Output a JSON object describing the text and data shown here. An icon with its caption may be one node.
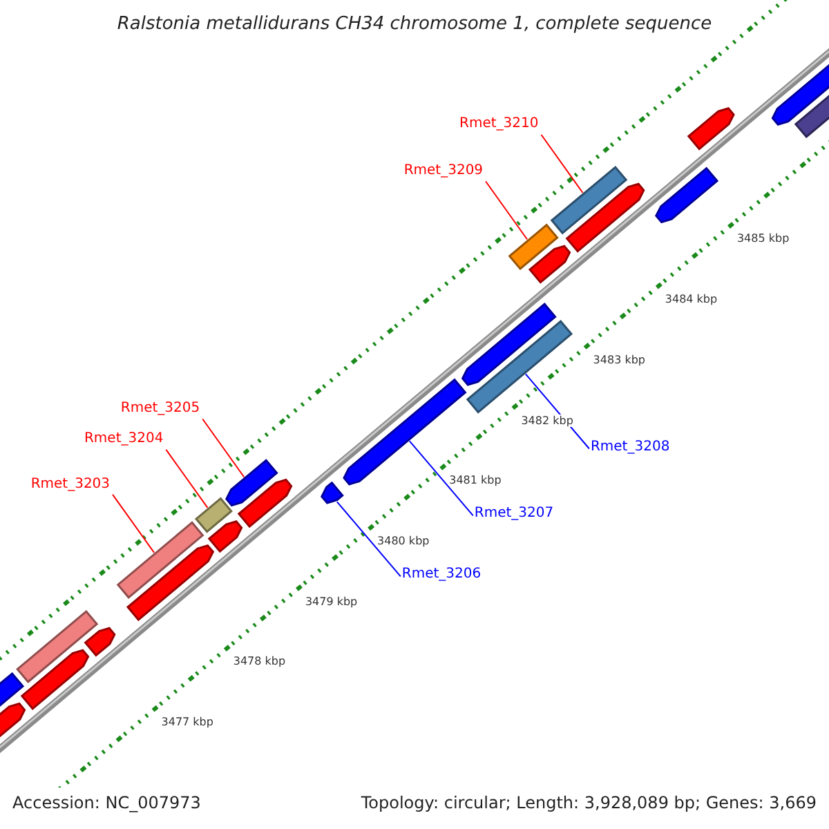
{
  "diagram": {
    "title": "Ralstonia metallidurans CH34 chromosome 1, complete sequence",
    "nodes": [
      {
        "text": [
          "Rmet_3210"
        ]
      },
      {
        "text": [],
        "shape": "bar"
      },
      {
        "text": [
          "Rmet_3209"
        ]
      },
      {
        "text": [],
        "shape": "bar"
      },
      {
        "text": [
          "Rmet_3205"
        ]
      },
      {
        "text": [],
        "shape": "bar"
      },
      {
        "text": [
          "Rmet_3204"
        ]
      },
      {
        "text": [],
        "shape": "bar"
      },
      {
        "text": [
          "Rmet_3208"
        ]
      },
      {
        "text": [],
        "shape": "bar"
      },
      {
        "text": [
          "Rmet_3203"
        ]
      },
      {
        "text": [],
        "shape": "bar"
      },
      {
        "text": [
          "Rmet_3207"
        ]
      },
      {
        "text": [],
        "shape": "bar"
      },
      {
        "text": [
          "Rmet_3206"
        ]
      },
      {
        "text": [],
        "shape": "bar"
      },
      {
        "text": [],
        "shape": "bar"
      },
      {
        "text": [],
        "shape": "bar"
      },
      {
        "text": [],
        "shape": "bar"
      },
      {
        "text": [],
        "shape": "bar"
      },
      {
        "text": [],
        "shape": "bar"
      },
      {
        "text": [],
        "shape": "bar"
      },
      {
        "text": [],
        "shape": "bar"
      },
      {
        "text": [],
        "shape": "bar"
      },
      {
        "text": [],
        "shape": "bar"
      },
      {
        "text": [],
        "shape": "bar"
      },
      {
        "text": [],
        "shape": "bar"
      },
      {
        "text": [],
        "shape": "bar"
      },
      {
        "text": [],
        "shape": "bar"
      },
      {
        "text": [],
        "shape": "bar"
      },
      {
        "text": [],
        "shape": "bar"
      }
    ],
    "edges": [
      {
        "from": 0,
        "to": 1,
        "arrow": "none",
        "color": "#ff0000"
      },
      {
        "from": 2,
        "to": 3,
        "arrow": "none",
        "color": "#ff0000"
      },
      {
        "from": 4,
        "to": 5,
        "arrow": "none",
        "color": "#ff0000"
      },
      {
        "from": 6,
        "to": 7,
        "arrow": "none",
        "color": "#ff0000"
      },
      {
        "from": 8,
        "to": 9,
        "arrow": "none",
        "color": "#0000ff"
      },
      {
        "from": 10,
        "to": 11,
        "arrow": "none",
        "color": "#ff0000"
      },
      {
        "from": 12,
        "to": 13,
        "arrow": "none",
        "color": "#0000ff"
      },
      {
        "from": 14,
        "to": 15,
        "arrow": "none",
        "color": "#0000ff"
      }
    ],
    "labels": [
      "3477 kbp",
      "3478 kbp",
      "3479 kbp",
      "3480 kbp",
      "3481 kbp",
      "3482 kbp",
      "3483 kbp",
      "3484 kbp",
      "3485 kbp",
      "Accession: NC_007973",
      "Topology: circular; Length: 3,928,089 bp; Genes: 3,669"
    ]
  }
}
